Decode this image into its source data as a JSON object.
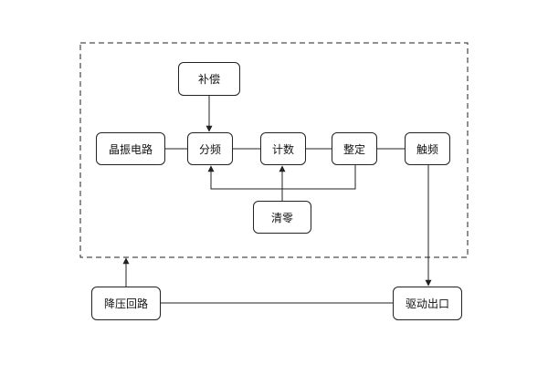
{
  "colors": {
    "stroke": "#222222",
    "background": "#ffffff",
    "text": "#111111"
  },
  "nodes": {
    "buchang": "补偿",
    "jingzhen": "晶振电路",
    "fenpin": "分频",
    "jishu": "计数",
    "zhengding": "整定",
    "chupin": "触频",
    "qingling": "清零",
    "jiangya": "降压回路",
    "qudong": "驱动出口"
  },
  "connections": [
    {
      "from": "buchang",
      "to": "fenpin",
      "arrow": true
    },
    {
      "from": "jingzhen",
      "to": "fenpin",
      "arrow": false
    },
    {
      "from": "fenpin",
      "to": "jishu",
      "arrow": false
    },
    {
      "from": "jishu",
      "to": "zhengding",
      "arrow": false
    },
    {
      "from": "zhengding",
      "to": "chupin",
      "arrow": false
    },
    {
      "from": "zhengding",
      "to": "fenpin",
      "arrow": true
    },
    {
      "from": "qingling",
      "to": "jishu",
      "arrow": true
    },
    {
      "from": "chupin",
      "to": "qudong",
      "arrow": true
    },
    {
      "from": "qudong",
      "to": "jiangya",
      "arrow": false
    },
    {
      "from": "jiangya",
      "to": "dashed-boundary",
      "arrow": true
    }
  ]
}
